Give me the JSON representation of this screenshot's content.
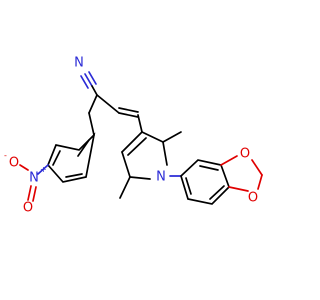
{
  "molecule": {
    "colors": {
      "carbon_bond": "#000000",
      "nitrogen": "#2b2bd6",
      "oxygen": "#e00000"
    },
    "labels": {
      "nitrile_n": "N",
      "nitro_n": "N",
      "nitro_n_charge": "+",
      "nitro_o_single": "O",
      "nitro_o_single_charge": "-",
      "nitro_o_double": "O",
      "pyrrole_n": "N",
      "dioxole_o_top": "O",
      "dioxole_o_bottom": "O"
    }
  }
}
